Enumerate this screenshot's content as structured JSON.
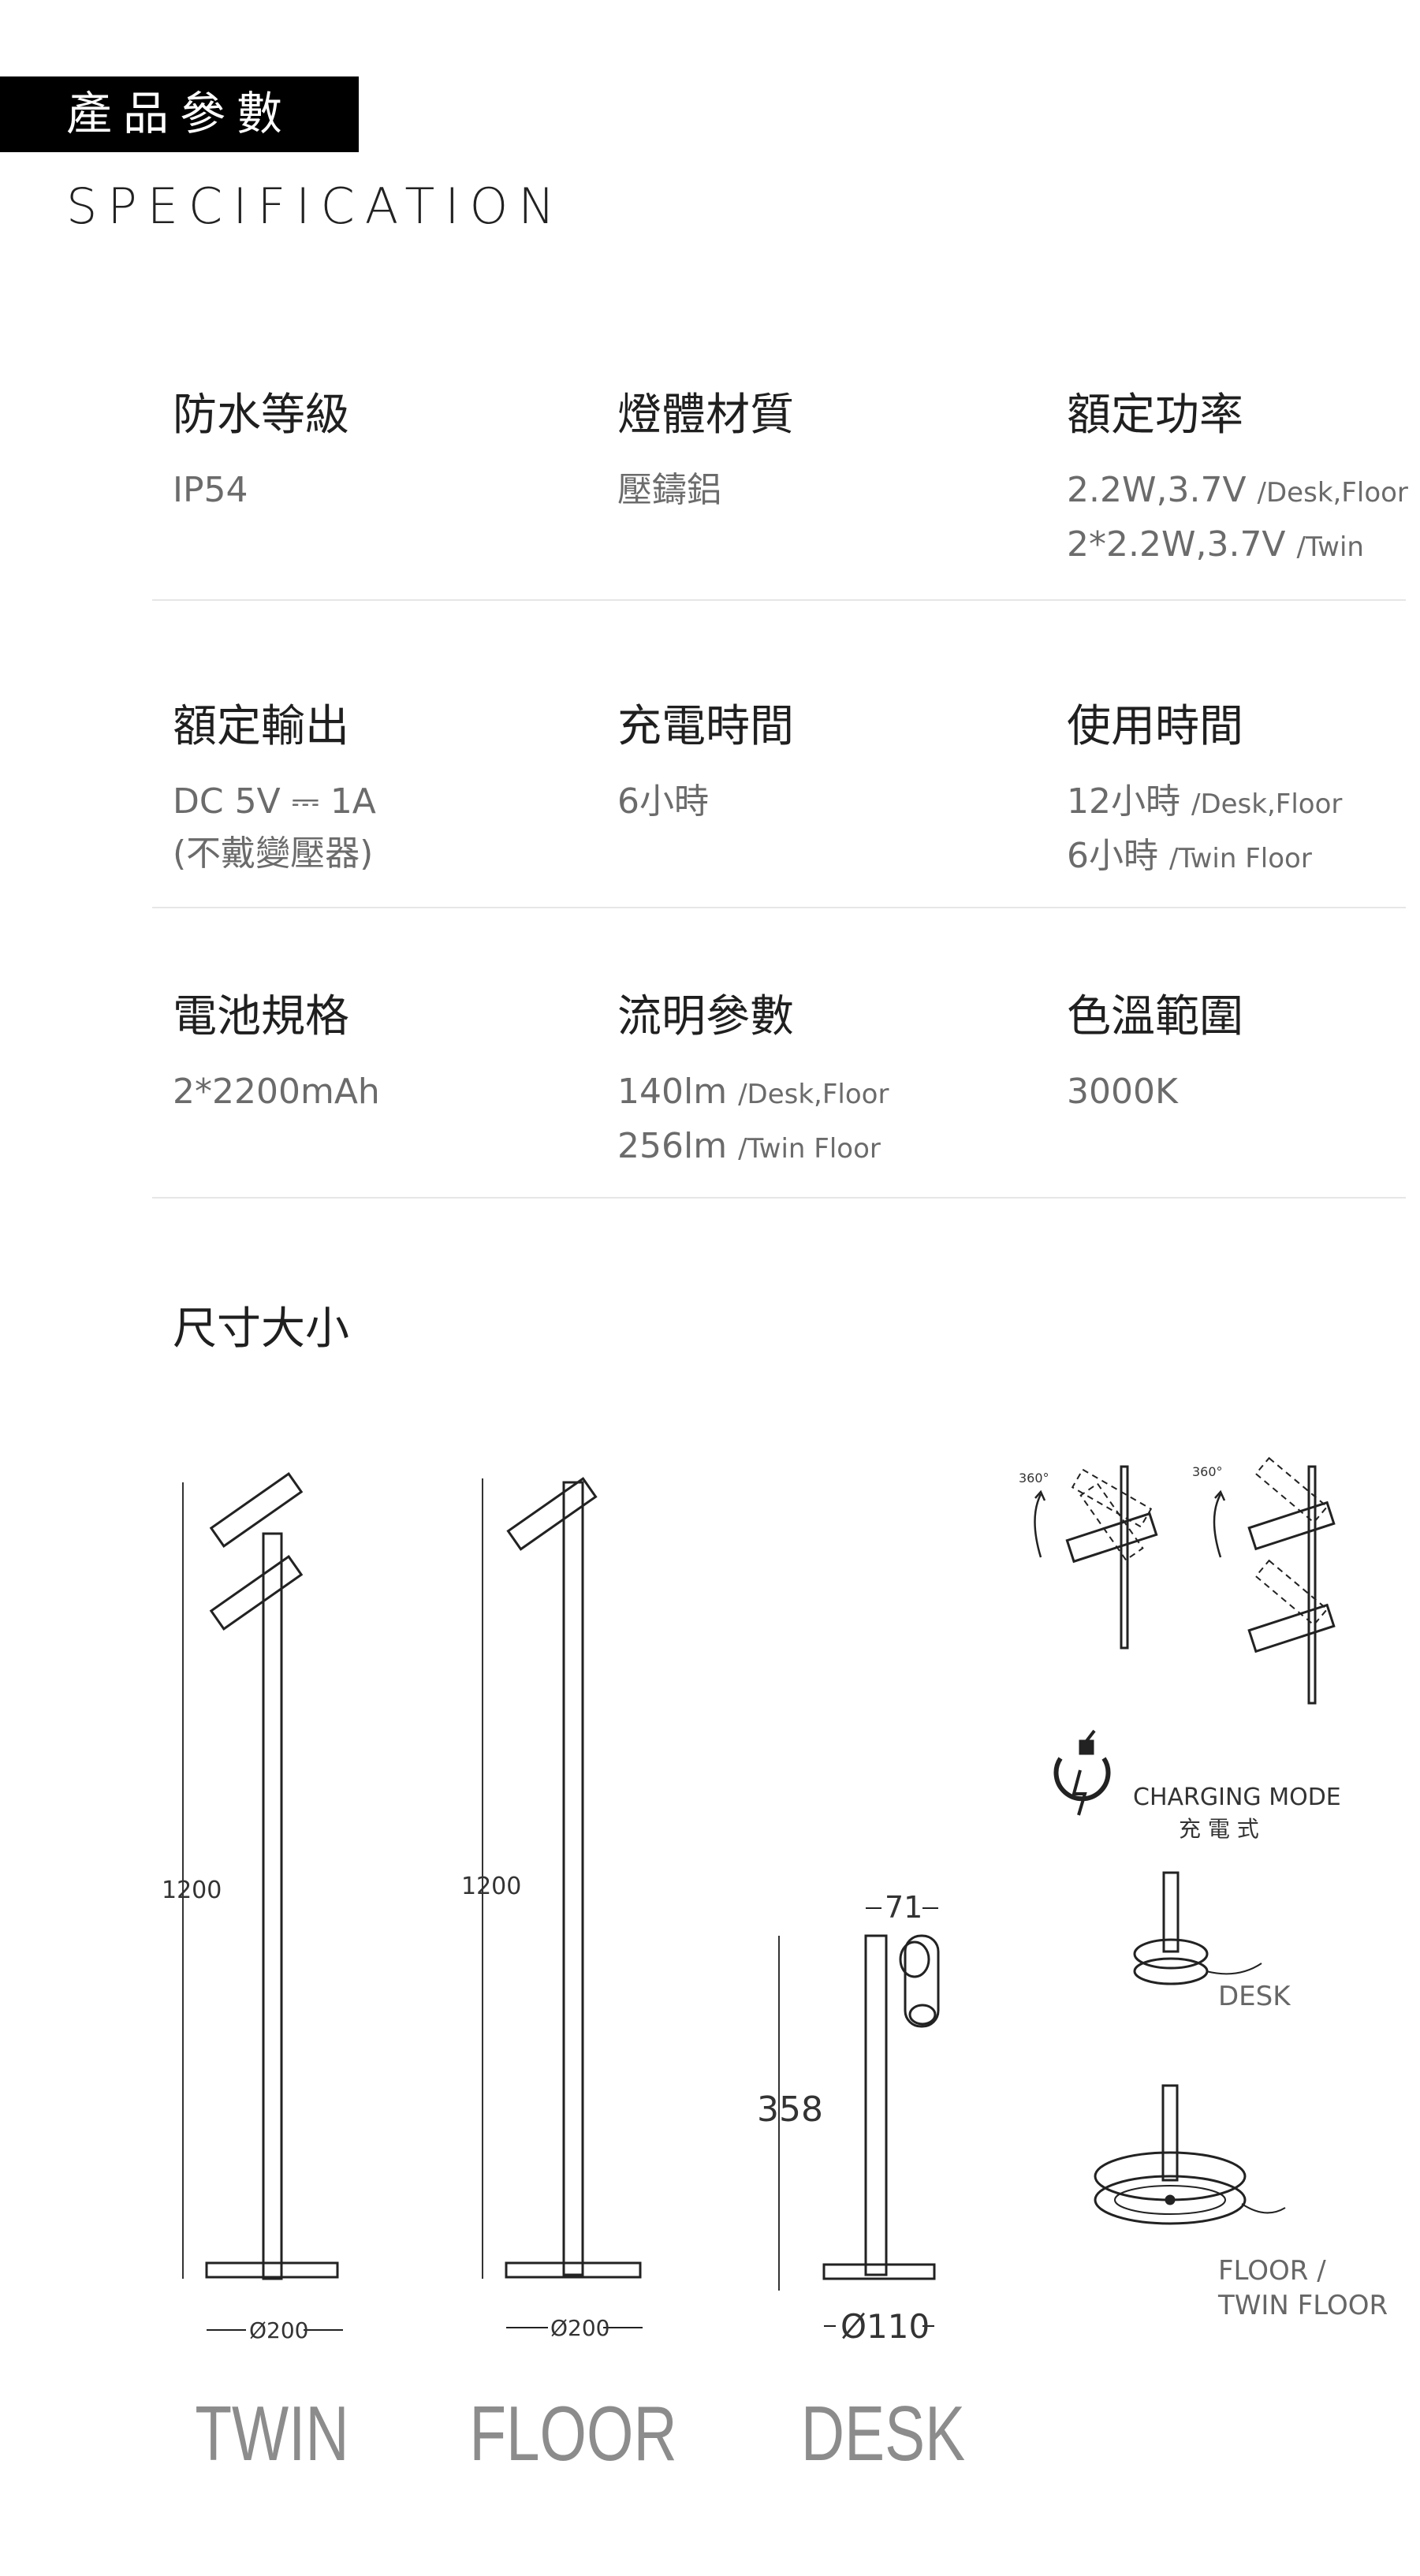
{
  "header": {
    "title": "產品參數",
    "subtitle": "SPECIFICATION"
  },
  "specs": {
    "row1": {
      "waterproof": {
        "label": "防水等級",
        "value": "IP54"
      },
      "material": {
        "label": "燈體材質",
        "value": "壓鑄鋁"
      },
      "power": {
        "label": "額定功率",
        "line1": "2.2W,3.7V",
        "line1_note": "/Desk,Floor",
        "line2": "2*2.2W,3.7V",
        "line2_note": "/Twin"
      }
    },
    "row2": {
      "output": {
        "label": "額定輸出",
        "line1_prefix": "DC 5V",
        "line1_symbol": "⎓",
        "line1_suffix": "1A",
        "line2": "(不戴變壓器)"
      },
      "charge_time": {
        "label": "充電時間",
        "value": "6小時"
      },
      "use_time": {
        "label": "使用時間",
        "line1": "12小時",
        "line1_note": "/Desk,Floor",
        "line2": "6小時",
        "line2_note": "/Twin Floor"
      }
    },
    "row3": {
      "battery": {
        "label": "電池規格",
        "value": "2*2200mAh"
      },
      "lumen": {
        "label": "流明參數",
        "line1": "140lm",
        "line1_note": "/Desk,Floor",
        "line2": "256lm",
        "line2_note": "/Twin Floor"
      },
      "color_temp": {
        "label": "色溫範圍",
        "value": "3000K"
      }
    }
  },
  "dimensions": {
    "title": "尺寸大小",
    "twin": {
      "name": "TWIN",
      "height": "1200",
      "base": "Ø200"
    },
    "floor": {
      "name": "FLOOR",
      "height": "1200",
      "base": "Ø200"
    },
    "desk": {
      "name": "DESK",
      "height": "358",
      "width": "71",
      "base": "Ø110"
    }
  },
  "features": {
    "rotation_left": "360°",
    "rotation_right": "360°",
    "charging_mode_en": "CHARGING MODE",
    "charging_mode_zh": "充 電 式",
    "desk_label": "DESK",
    "floor_label_line1": "FLOOR /",
    "floor_label_line2": "TWIN FLOOR"
  }
}
